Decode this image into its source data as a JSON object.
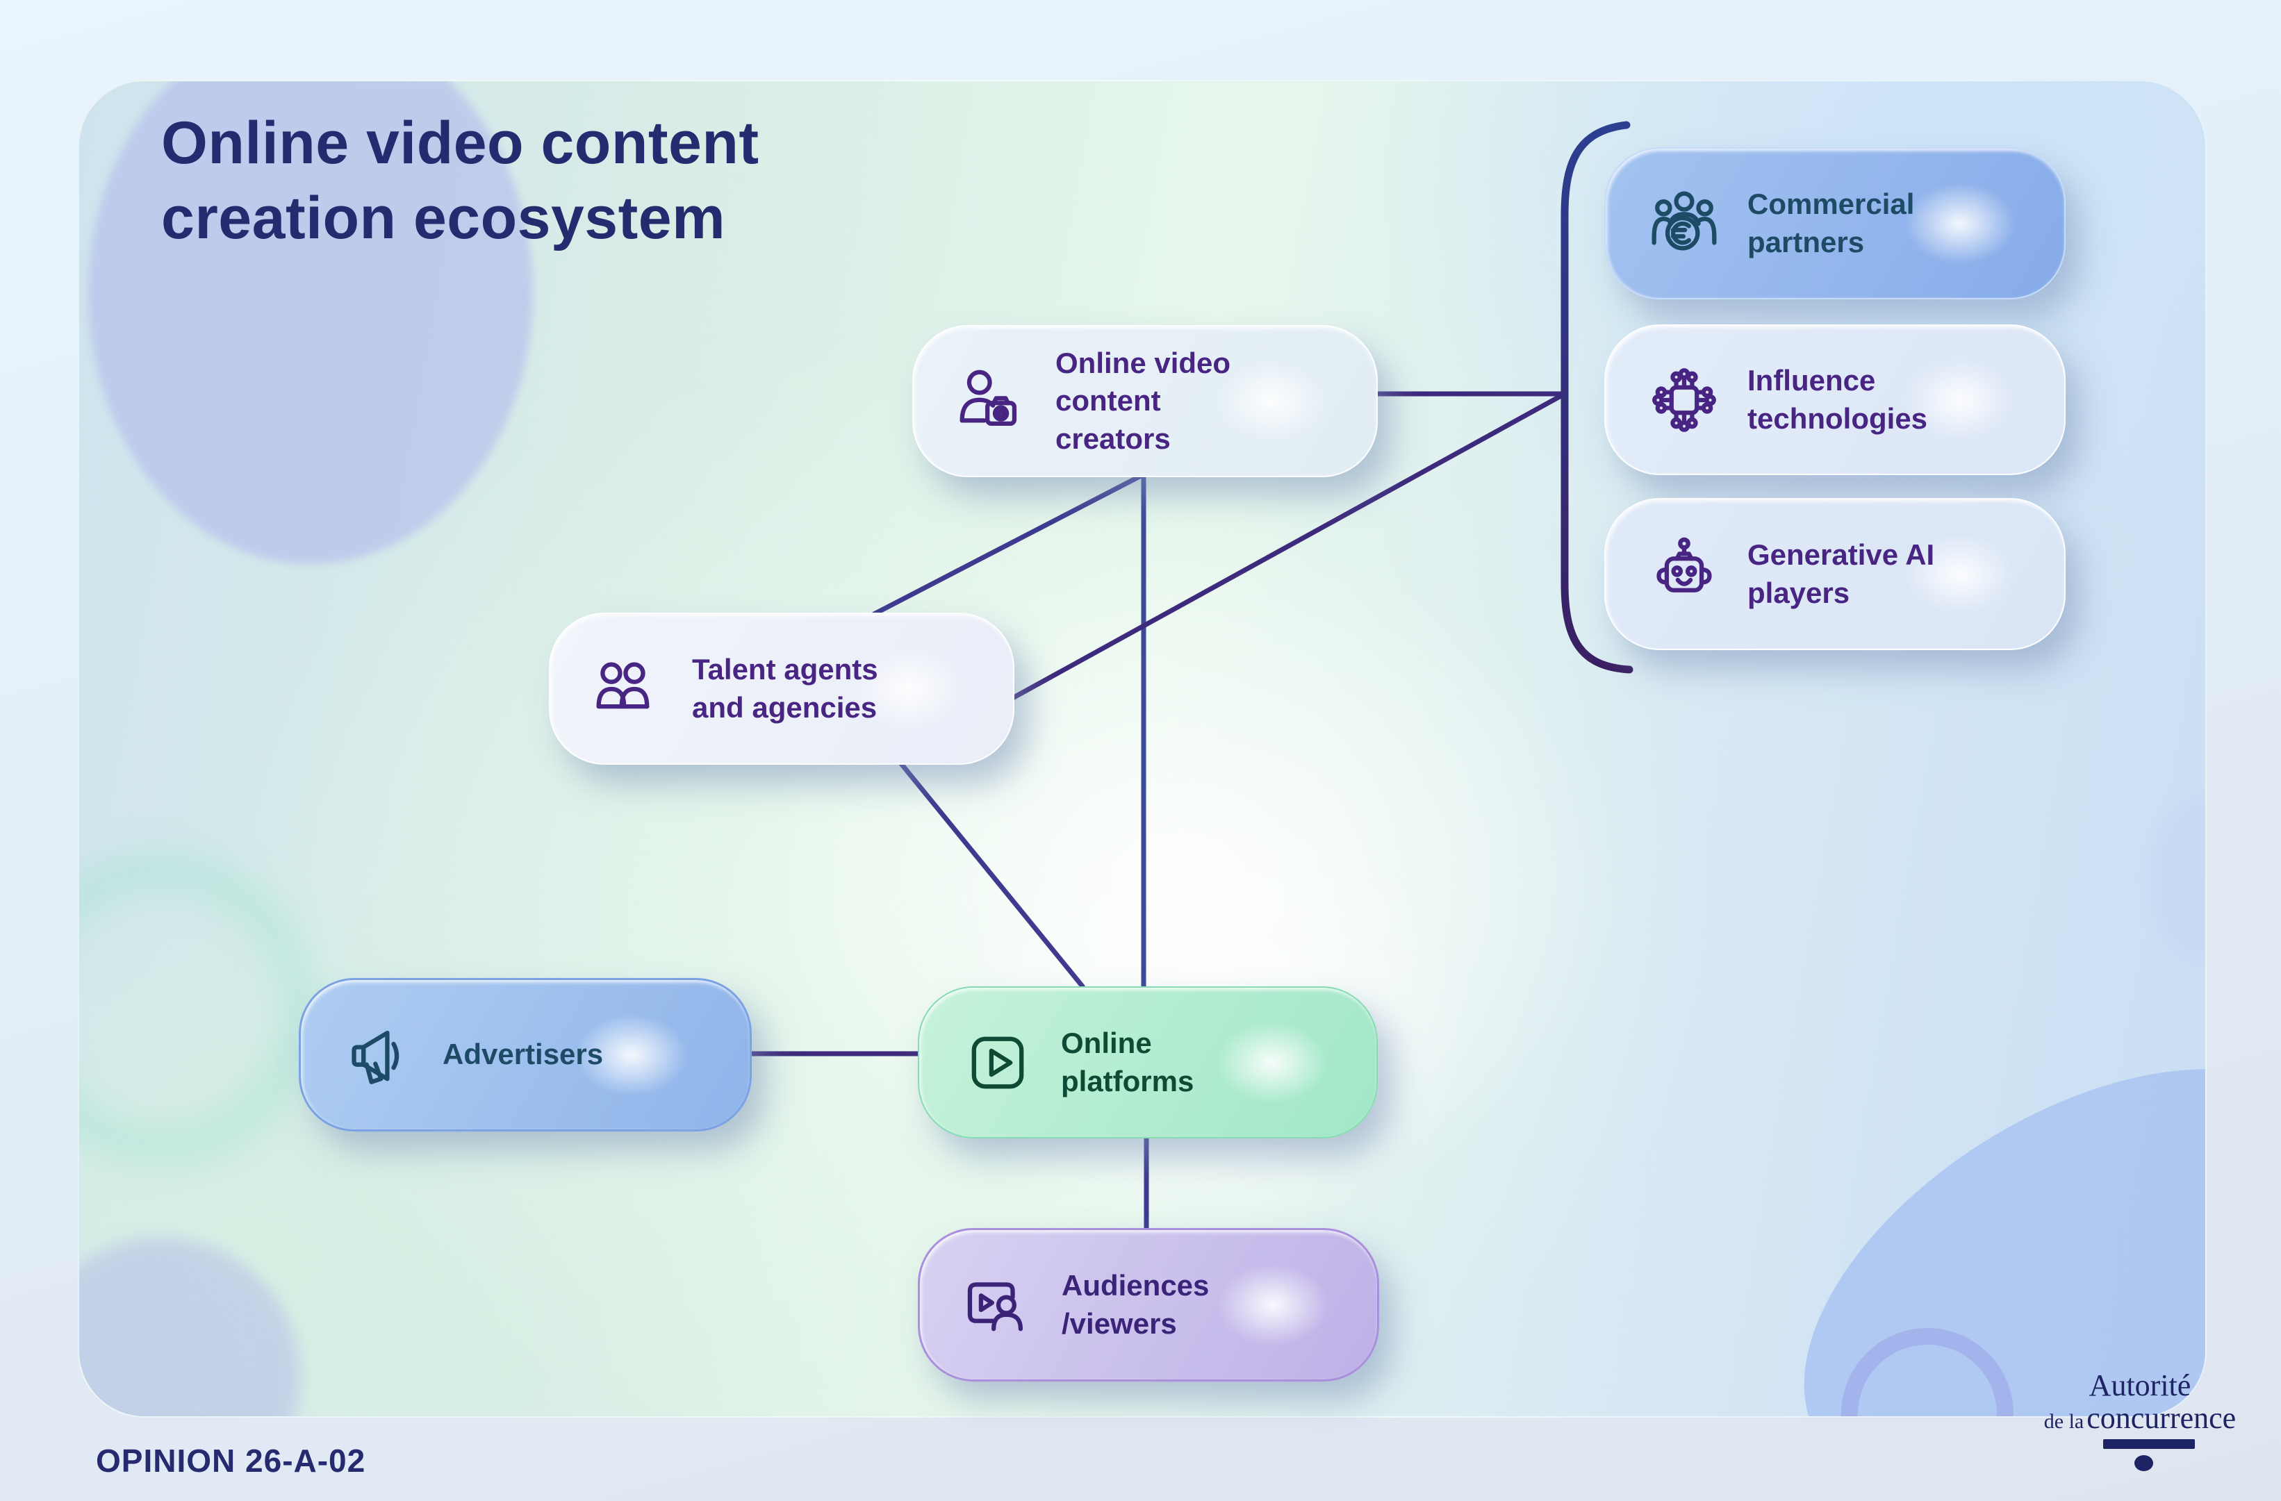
{
  "colors": {
    "title-ink": "#262a6f",
    "purple-ink": "#482483",
    "blue-ink": "#1d4b66",
    "green-ink": "#0f4a34",
    "violet-ink": "#3b2478",
    "line-blue": "#3d4a9c",
    "line-indigo": "#3f3a90",
    "line-purple": "#3e2a7c",
    "bracket-top": "#2c3f90",
    "bracket-bottom": "#3b1f63",
    "navy-logo": "#1e2364",
    "cp-fill-1": "#a3c3f0",
    "cp-fill-2": "#86abe9",
    "adv-fill-1": "#aecdf2",
    "adv-fill-2": "#8fb4ea",
    "plat-fill-1": "#c6f2da",
    "plat-fill-2": "#a0e7c7",
    "aud-fill-1": "#d8d2f2",
    "aud-fill-2": "#bdb0e7"
  },
  "header": {
    "title_line1": "Online video content",
    "title_line2": "creation ecosystem"
  },
  "nodes": {
    "creators": {
      "label": "Online video content creators"
    },
    "talent": {
      "label": "Talent agents and agencies"
    },
    "advertisers": {
      "label": "Advertisers"
    },
    "platforms": {
      "label": "Online platforms"
    },
    "audiences": {
      "label": "Audiences /viewers"
    },
    "commercial": {
      "label": "Commercial partners"
    },
    "influence": {
      "label": "Influence technologies"
    },
    "genai": {
      "label": "Generative AI players"
    }
  },
  "footer": {
    "opinion": "OPINION 26-A-02"
  },
  "logo": {
    "line1": "Autorité",
    "line2_small": "de la",
    "line2_big": "concurrence"
  }
}
